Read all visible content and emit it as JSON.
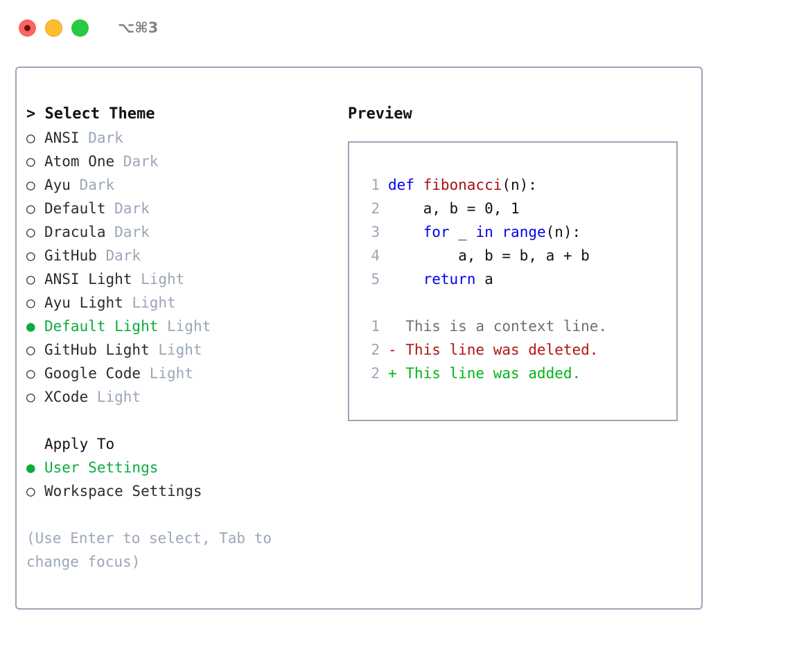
{
  "titlebar": {
    "shortcut": "⌥⌘3",
    "buttons": [
      {
        "name": "close",
        "color": "#f9655f"
      },
      {
        "name": "minimize",
        "color": "#febd2e"
      },
      {
        "name": "zoom",
        "color": "#26c940"
      }
    ]
  },
  "theme_section": {
    "caret": "> ",
    "title": "Select Theme",
    "selected_marker": "●",
    "unselected_marker": "○",
    "items": [
      {
        "label": "ANSI",
        "suffix": "Dark",
        "selected": false
      },
      {
        "label": "Atom One",
        "suffix": "Dark",
        "selected": false
      },
      {
        "label": "Ayu",
        "suffix": "Dark",
        "selected": false
      },
      {
        "label": "Default",
        "suffix": "Dark",
        "selected": false
      },
      {
        "label": "Dracula",
        "suffix": "Dark",
        "selected": false
      },
      {
        "label": "GitHub",
        "suffix": "Dark",
        "selected": false
      },
      {
        "label": "ANSI Light",
        "suffix": "Light",
        "selected": false
      },
      {
        "label": "Ayu Light",
        "suffix": "Light",
        "selected": false
      },
      {
        "label": "Default Light",
        "suffix": "Light",
        "selected": true
      },
      {
        "label": "GitHub Light",
        "suffix": "Light",
        "selected": false
      },
      {
        "label": "Google Code",
        "suffix": "Light",
        "selected": false
      },
      {
        "label": "XCode",
        "suffix": "Light",
        "selected": false
      }
    ]
  },
  "apply_section": {
    "title": "Apply To",
    "items": [
      {
        "label": "User Settings",
        "selected": true
      },
      {
        "label": "Workspace Settings",
        "selected": false
      }
    ]
  },
  "hint": "(Use Enter to select, Tab to change focus)",
  "preview": {
    "title": "Preview",
    "code_lines": [
      {
        "lineno": "1",
        "tokens": [
          {
            "text": "def ",
            "type": "kw"
          },
          {
            "text": "fibonacci",
            "type": "fn"
          },
          {
            "text": "(n):",
            "type": "plain"
          }
        ]
      },
      {
        "lineno": "2",
        "tokens": [
          {
            "text": "    a, b = 0, 1",
            "type": "plain"
          }
        ]
      },
      {
        "lineno": "3",
        "tokens": [
          {
            "text": "    ",
            "type": "plain"
          },
          {
            "text": "for",
            "type": "kw"
          },
          {
            "text": " _ ",
            "type": "plain"
          },
          {
            "text": "in",
            "type": "kw"
          },
          {
            "text": " ",
            "type": "plain"
          },
          {
            "text": "range",
            "type": "kw"
          },
          {
            "text": "(n):",
            "type": "plain"
          }
        ]
      },
      {
        "lineno": "4",
        "tokens": [
          {
            "text": "        a, b = b, a + b",
            "type": "plain"
          }
        ]
      },
      {
        "lineno": "5",
        "tokens": [
          {
            "text": "    ",
            "type": "plain"
          },
          {
            "text": "return",
            "type": "kw"
          },
          {
            "text": " a",
            "type": "plain"
          }
        ]
      }
    ],
    "diff_lines": [
      {
        "lineno": "1",
        "marker": " ",
        "text": " This is a context line.",
        "kind": "context"
      },
      {
        "lineno": "2",
        "marker": "-",
        "text": " This line was deleted.",
        "kind": "del"
      },
      {
        "lineno": "2",
        "marker": "+",
        "text": " This line was added.",
        "kind": "add"
      }
    ]
  },
  "colors": {
    "accent_green": "#0cab3d",
    "muted_blue_gray": "#9aa6b8",
    "keyword_blue": "#0000ee",
    "function_red": "#a81010",
    "diff_add_green": "#00b515",
    "diff_del_red": "#b01414",
    "border": "#9aa6b8"
  }
}
